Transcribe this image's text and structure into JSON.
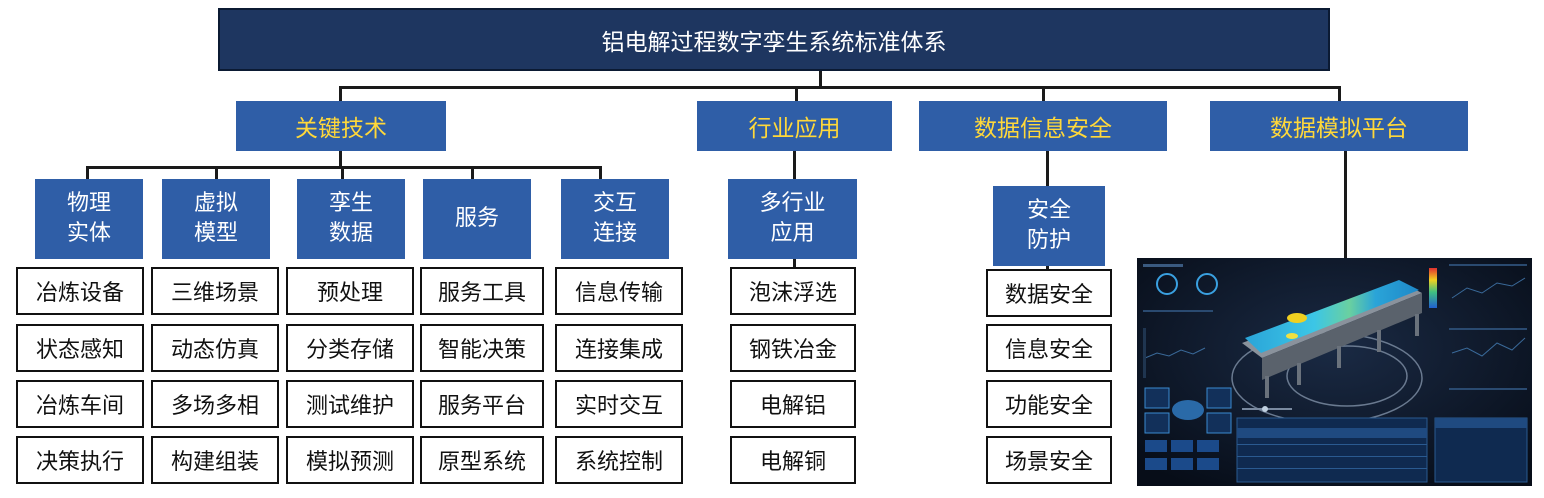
{
  "title": "铝电解过程数字孪生系统标准体系",
  "categories": [
    {
      "label": "关键技术"
    },
    {
      "label": "行业应用"
    },
    {
      "label": "数据信息安全"
    },
    {
      "label": "数据模拟平台"
    }
  ],
  "key_tech": [
    {
      "label": "物理\n实体",
      "items": [
        "冶炼设备",
        "状态感知",
        "冶炼车间",
        "决策执行"
      ]
    },
    {
      "label": "虚拟\n模型",
      "items": [
        "三维场景",
        "动态仿真",
        "多场多相",
        "构建组装"
      ]
    },
    {
      "label": "孪生\n数据",
      "items": [
        "预处理",
        "分类存储",
        "测试维护",
        "模拟预测"
      ]
    },
    {
      "label": "服务",
      "items": [
        "服务工具",
        "智能决策",
        "服务平台",
        "原型系统"
      ]
    },
    {
      "label": "交互\n连接",
      "items": [
        "信息传输",
        "连接集成",
        "实时交互",
        "系统控制"
      ]
    }
  ],
  "industry": {
    "label": "多行业\n应用",
    "items": [
      "泡沫浮选",
      "钢铁冶金",
      "电解铝",
      "电解铜"
    ]
  },
  "security": {
    "label": "安全\n防护",
    "items": [
      "数据安全",
      "信息安全",
      "功能安全",
      "场景安全"
    ]
  },
  "colors": {
    "title_bg": "#1e3660",
    "category_bg": "#2f5ea7",
    "category_text": "#ffd83a",
    "sub_text": "#ffffff"
  }
}
